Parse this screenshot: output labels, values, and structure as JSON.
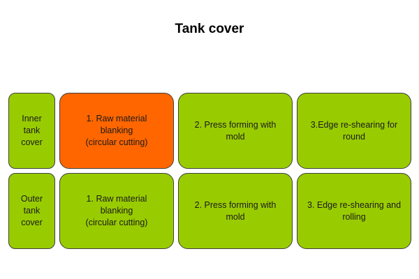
{
  "title": "Tank cover",
  "colors": {
    "step_fill": "#99cc00",
    "highlight_fill": "#ff6600",
    "border": "#3f3f3f"
  },
  "rows": [
    {
      "label": "Inner\ntank\ncover",
      "steps": [
        {
          "text": "1. Raw material\nblanking\n(circular cutting)",
          "highlighted": true
        },
        {
          "text": "2. Press forming with\nmold",
          "highlighted": false
        },
        {
          "text": "3.Edge re-shearing for\nround",
          "highlighted": false
        }
      ]
    },
    {
      "label": "Outer\ntank\ncover",
      "steps": [
        {
          "text": "1. Raw material\nblanking\n(circular cutting)",
          "highlighted": false
        },
        {
          "text": "2. Press forming with\nmold",
          "highlighted": false
        },
        {
          "text": "3. Edge re-shearing and\nrolling",
          "highlighted": false
        }
      ]
    }
  ]
}
